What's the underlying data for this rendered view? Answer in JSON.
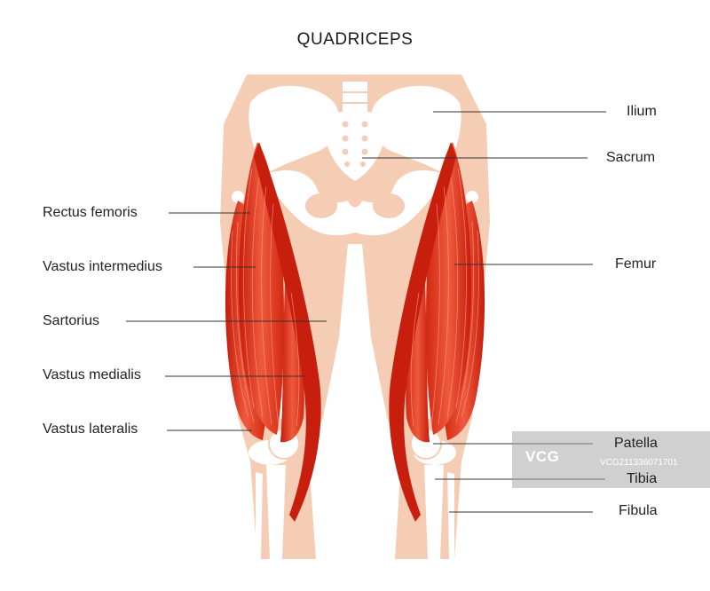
{
  "title": "QUADRICEPS",
  "labels_left": [
    {
      "key": "rectus-femoris",
      "text": "Rectus femoris"
    },
    {
      "key": "vastus-intermedius",
      "text": "Vastus intermedius"
    },
    {
      "key": "sartorius",
      "text": "Sartorius"
    },
    {
      "key": "vastus-medialis",
      "text": "Vastus medialis"
    },
    {
      "key": "vastus-lateralis",
      "text": "Vastus lateralis"
    }
  ],
  "labels_right": [
    {
      "key": "ilium",
      "text": "Ilium"
    },
    {
      "key": "sacrum",
      "text": "Sacrum"
    },
    {
      "key": "femur",
      "text": "Femur"
    },
    {
      "key": "patella",
      "text": "Patella"
    },
    {
      "key": "tibia",
      "text": "Tibia"
    },
    {
      "key": "fibula",
      "text": "Fibula"
    }
  ],
  "watermark": {
    "logo": "VCG",
    "id": "VCG211336071701"
  },
  "colors": {
    "skin": "#f4cdb4",
    "bone": "#ffffff",
    "muscle": "#e8341c",
    "muscle_dark": "#c81e0e",
    "line": "#333333"
  }
}
